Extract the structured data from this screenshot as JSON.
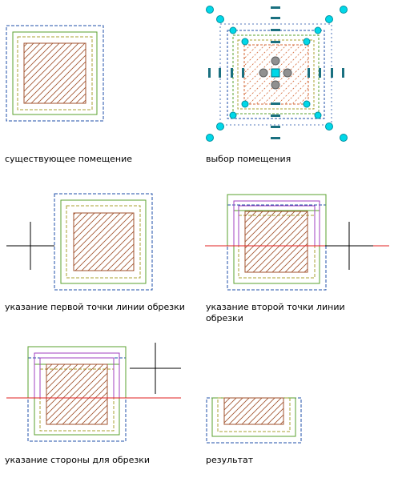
{
  "captions": {
    "existing": "существующее помещение",
    "select": "выбор помещения",
    "first_point": "указание первой точки линии обрезки",
    "second_point_line1": "указание второй точки линии",
    "second_point_line2": "обрезки",
    "side": "указание стороны для обрезки",
    "result": "результат"
  },
  "colors": {
    "outer_dashed": "#1f4fa8",
    "green": "#5aa02c",
    "olive": "#a8a030",
    "hatch": "#a0522d",
    "purple": "#a040c0",
    "trim_line": "#e02020",
    "grip": "#00d8e8",
    "grip_gray": "#909090",
    "crosshair": "#000000"
  }
}
